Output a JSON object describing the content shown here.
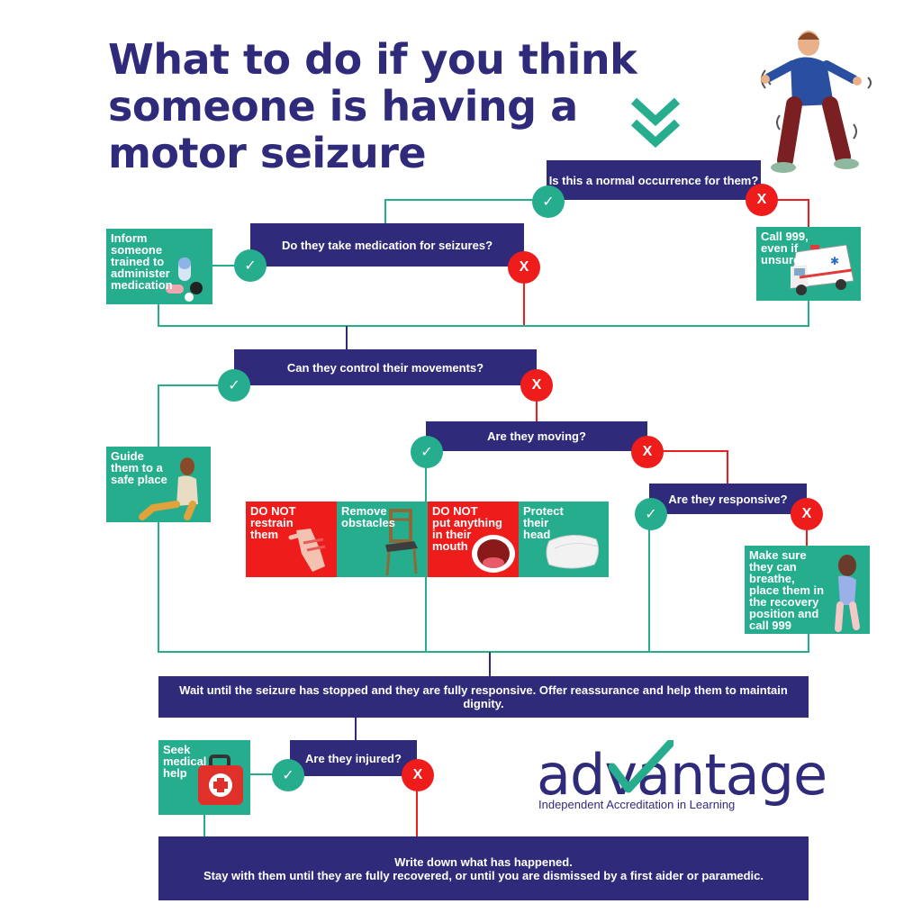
{
  "title": {
    "line1": "What to do if you think",
    "line2": "someone is having a",
    "line3": "motor seizure"
  },
  "symbols": {
    "yes": "✓",
    "no": "X"
  },
  "questions": {
    "normal": "Is this a normal occurrence for them?",
    "medication": "Do they take medication for seizures?",
    "control": "Can they control their movements?",
    "moving": "Are they moving?",
    "responsive": "Are they responsive?",
    "injured": "Are they injured?"
  },
  "actions": {
    "inform": [
      "Inform",
      "someone",
      "trained to",
      "administer",
      "medication"
    ],
    "call999": [
      "Call 999,",
      "even if",
      "unsure"
    ],
    "guide": [
      "Guide",
      "them to a",
      "safe place"
    ],
    "restrain": [
      "DO NOT",
      "restrain",
      "them"
    ],
    "obstacles": [
      "Remove",
      "obstacles"
    ],
    "mouth": [
      "DO NOT",
      "put anything",
      "in their",
      "mouth"
    ],
    "protect": [
      "Protect",
      "their",
      "head"
    ],
    "recovery": [
      "Make sure",
      "they can",
      "breathe,",
      "place them in",
      "the recovery",
      "position and",
      "call 999"
    ],
    "seek": [
      "Seek",
      "medical",
      "help"
    ]
  },
  "wait_text": "Wait until the seizure has stopped and they are fully responsive. Offer reassurance and help them to maintain dignity.",
  "final": {
    "line1": "Write down what has happened.",
    "line2": "Stay with them until they are fully recovered, or until you are dismissed by a first aider or paramedic."
  },
  "logo": {
    "word": "advantage",
    "tagline": "Independent Accreditation in Learning"
  },
  "colors": {
    "navy": "#2f2a7a",
    "teal": "#26ad8e",
    "red": "#ef1c1c"
  },
  "icons": [
    "chevron-down-icon",
    "pill-icon",
    "ambulance-icon",
    "hand-icon",
    "chair-icon",
    "mouth-icon",
    "pillow-icon",
    "first-aid-kit-icon",
    "check-icon",
    "cross-icon"
  ]
}
